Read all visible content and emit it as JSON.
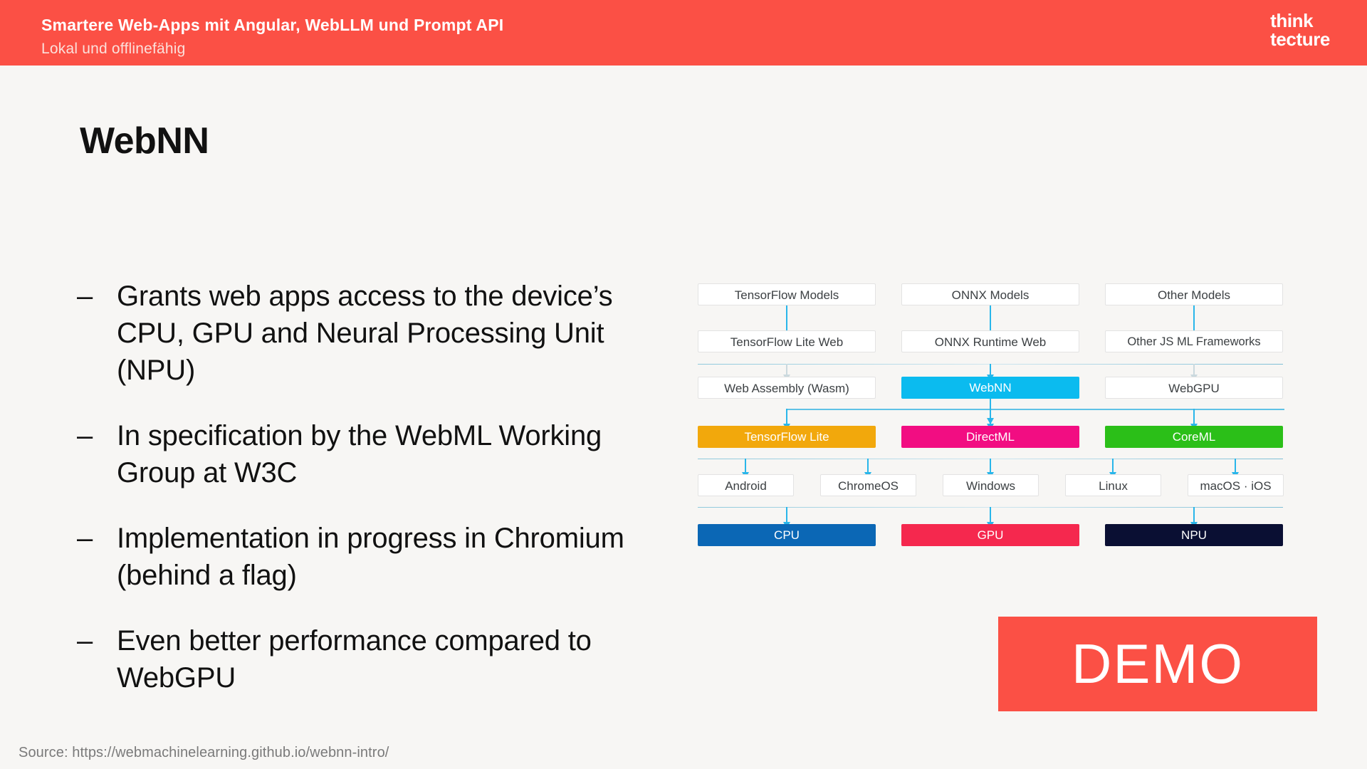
{
  "header": {
    "title": "Smartere Web-Apps mit Angular, WebLLM und Prompt API",
    "subtitle": "Lokal und offlinefähig",
    "logo_line1": "think",
    "logo_line2": "tecture",
    "bg_color": "#FB5045"
  },
  "page_title": "WebNN",
  "bullets": [
    {
      "dash": "–",
      "text": "Grants web apps access to the device’s CPU, GPU and Neural Processing Unit (NPU)"
    },
    {
      "dash": "–",
      "text": "In specification by the WebML Working Group at W3C"
    },
    {
      "dash": "–",
      "text": "Implementation in progress in Chromium (behind a flag)"
    },
    {
      "dash": "–",
      "text": "Even better performance compared to WebGPU"
    }
  ],
  "diagram": {
    "arrow_color": "#29B6EA",
    "rows": {
      "models": [
        {
          "label": "TensorFlow Models",
          "style": "plain"
        },
        {
          "label": "ONNX Models",
          "style": "plain"
        },
        {
          "label": "Other Models",
          "style": "plain"
        }
      ],
      "web_runtimes": [
        {
          "label": "TensorFlow Lite Web",
          "style": "plain"
        },
        {
          "label": "ONNX Runtime Web",
          "style": "plain"
        },
        {
          "label": "Other JS ML Frameworks",
          "style": "plain"
        }
      ],
      "web_apis": [
        {
          "label": "Web Assembly (Wasm)",
          "style": "plain",
          "color": "#FFFFFF"
        },
        {
          "label": "WebNN",
          "style": "filled",
          "color": "#0BBBEF"
        },
        {
          "label": "WebGPU",
          "style": "plain",
          "color": "#FFFFFF"
        }
      ],
      "native_apis": [
        {
          "label": "TensorFlow Lite",
          "style": "filled",
          "color": "#F2A80C"
        },
        {
          "label": "DirectML",
          "style": "filled",
          "color": "#F20D82"
        },
        {
          "label": "CoreML",
          "style": "filled",
          "color": "#2BBF18"
        }
      ],
      "platforms": [
        {
          "label": "Android",
          "style": "plain"
        },
        {
          "label": "ChromeOS",
          "style": "plain"
        },
        {
          "label": "Windows",
          "style": "plain"
        },
        {
          "label": "Linux",
          "style": "plain"
        },
        {
          "label": "macOS · iOS",
          "style": "plain"
        }
      ],
      "hardware": [
        {
          "label": "CPU",
          "style": "filled",
          "color": "#0B67B5"
        },
        {
          "label": "GPU",
          "style": "filled",
          "color": "#F5284E"
        },
        {
          "label": "NPU",
          "style": "filled",
          "color": "#0A0F33"
        }
      ]
    }
  },
  "demo": {
    "label": "DEMO",
    "color": "#FB5045"
  },
  "footer": {
    "source": "Source: https://webmachinelearning.github.io/webnn-intro/"
  }
}
